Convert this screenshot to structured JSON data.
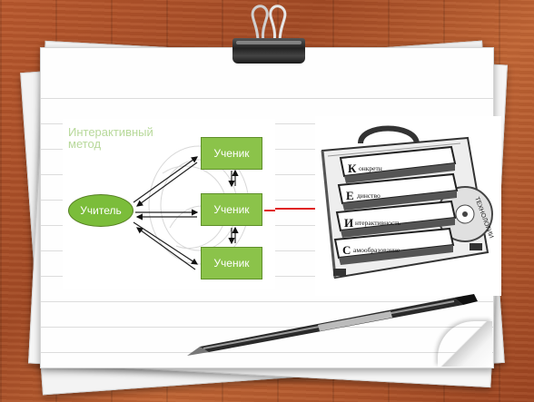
{
  "diagram": {
    "method_title": "Интерактивный метод",
    "teacher": "Учитель",
    "students": [
      "Ученик",
      "Ученик",
      "Ученик"
    ]
  },
  "suitcase": {
    "books": [
      {
        "letter": "К",
        "rest": "онкретн"
      },
      {
        "letter": "Е",
        "rest": "динство"
      },
      {
        "letter": "И",
        "rest": "нтерактивность"
      },
      {
        "letter": "С",
        "rest": "амообразование"
      }
    ],
    "disc_label": "ТЕХНОЛОГИИ"
  },
  "colors": {
    "wood": "#a94e27",
    "green": "#8bc34a",
    "red_arrow": "#e02020"
  },
  "icons": [
    "binder-clip-icon",
    "pen-icon",
    "suitcase-icon",
    "disc-icon"
  ]
}
